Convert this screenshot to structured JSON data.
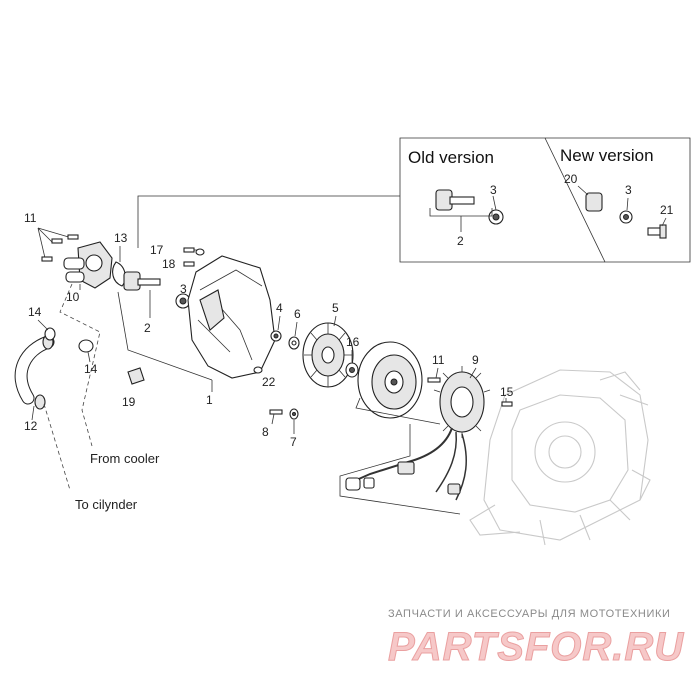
{
  "inset": {
    "old_version_title": "Old version",
    "new_version_title": "New version",
    "old_labels": [
      "3",
      "2"
    ],
    "new_labels": [
      "20",
      "3",
      "21"
    ]
  },
  "callouts": {
    "p1": "1",
    "p2": "2",
    "p3": "3",
    "p4": "4",
    "p5": "5",
    "p6": "6",
    "p7": "7",
    "p8": "8",
    "p9": "9",
    "p10": "10",
    "p11a": "11",
    "p11b": "11",
    "p12": "12",
    "p13": "13",
    "p14a": "14",
    "p14b": "14",
    "p15": "15",
    "p16": "16",
    "p17": "17",
    "p18": "18",
    "p19": "19",
    "p22": "22"
  },
  "notes": {
    "from_cooler": "From cooler",
    "to_cylinder": "To cilyndеr"
  },
  "watermark": {
    "tagline": "ЗАПЧАСТИ И АКСЕССУАРЫ ДЛЯ МОТОТЕХНИКИ",
    "brand": "PARTSFOR.RU"
  }
}
